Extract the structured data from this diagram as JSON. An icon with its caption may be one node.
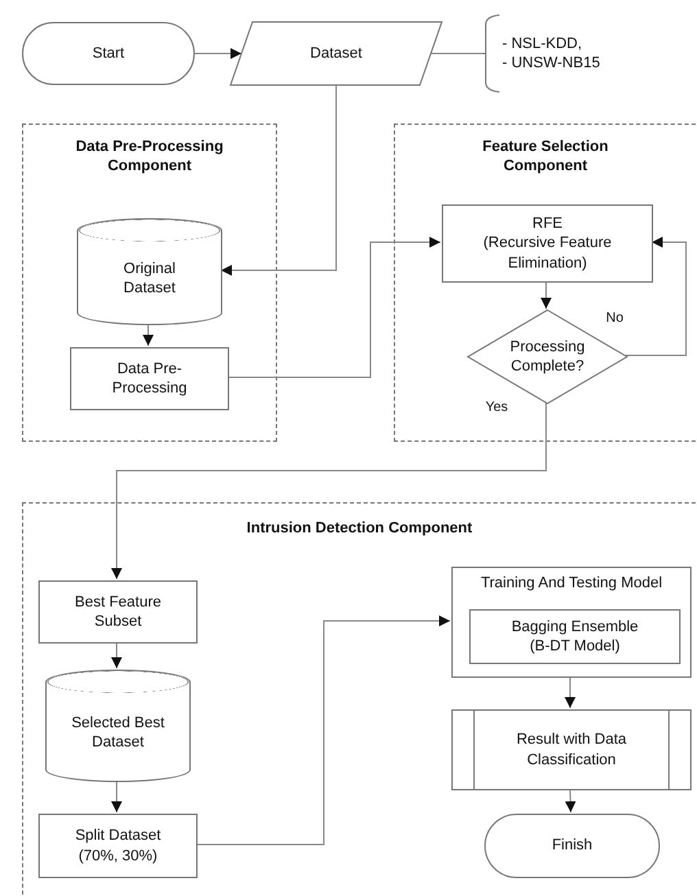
{
  "diagram": {
    "nodes": [
      {
        "text": [
          "Start"
        ]
      },
      {
        "text": [
          "Dataset"
        ]
      },
      {
        "text": [
          "- NSL-KDD,",
          "- UNSW-NB15"
        ]
      },
      {
        "text": [
          "Data Pre-Processing Component"
        ]
      },
      {
        "text": [
          "Original Dataset"
        ],
        "in": 3
      },
      {
        "text": [
          "Data Pre-Processing"
        ],
        "in": 3
      },
      {
        "text": [
          "Feature Selection Component"
        ]
      },
      {
        "text": [
          "RFE",
          "(Recursive Feature Elimination)"
        ],
        "in": 6
      },
      {
        "text": [
          "Processing Complete?"
        ],
        "in": 6
      },
      {
        "text": [
          "Intrusion Detection Component"
        ]
      },
      {
        "text": [
          "Best Feature Subset"
        ],
        "in": 9
      },
      {
        "text": [
          "Selected Best Dataset"
        ],
        "in": 9
      },
      {
        "text": [
          "Split Dataset (70%, 30%)"
        ],
        "in": 9
      },
      {
        "text": [
          "Training And Testing Model"
        ],
        "in": 9
      },
      {
        "text": [
          "Bagging Ensemble (B-DT Model)"
        ],
        "in": 13
      },
      {
        "text": [
          "Result with Data Classification"
        ],
        "in": 9
      },
      {
        "text": [
          "Finish"
        ],
        "in": 9
      }
    ],
    "edges": [
      {
        "from": 0,
        "to": 1,
        "arrow": "to"
      },
      {
        "from": 1,
        "to": 2,
        "arrow": "none"
      },
      {
        "from": 1,
        "to": 4,
        "arrow": "to"
      },
      {
        "from": 4,
        "to": 5,
        "arrow": "to"
      },
      {
        "from": 5,
        "to": 7,
        "arrow": "to"
      },
      {
        "from": 7,
        "to": 8,
        "arrow": "to"
      },
      {
        "from": 8,
        "to": 7,
        "arrow": "to",
        "label": "No"
      },
      {
        "from": 8,
        "to": 10,
        "arrow": "to",
        "label": "Yes"
      },
      {
        "from": 10,
        "to": 11,
        "arrow": "to"
      },
      {
        "from": 11,
        "to": 12,
        "arrow": "to"
      },
      {
        "from": 12,
        "to": 13,
        "arrow": "to"
      },
      {
        "from": 13,
        "to": 15,
        "arrow": "to"
      },
      {
        "from": 15,
        "to": 16,
        "arrow": "to"
      }
    ]
  }
}
